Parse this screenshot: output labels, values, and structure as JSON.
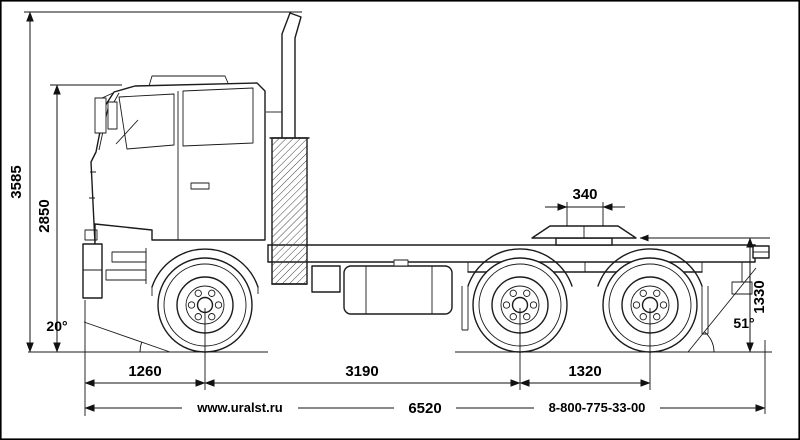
{
  "colors": {
    "line": "#1b1b1b",
    "background": "#ffffff"
  },
  "dimensions": {
    "overall_height": "3585",
    "cab_height": "2850",
    "fifth_wheel_offset": "340",
    "rear_height": "1330",
    "approach_angle": "20°",
    "departure_angle": "51°",
    "front_overhang_to_axle": "1260",
    "wheelbase": "3190",
    "rear_bogie_spread": "1320",
    "overall_length": "6520"
  },
  "footer": {
    "website": "www.uralst.ru",
    "phone": "8-800-775-33-00"
  }
}
